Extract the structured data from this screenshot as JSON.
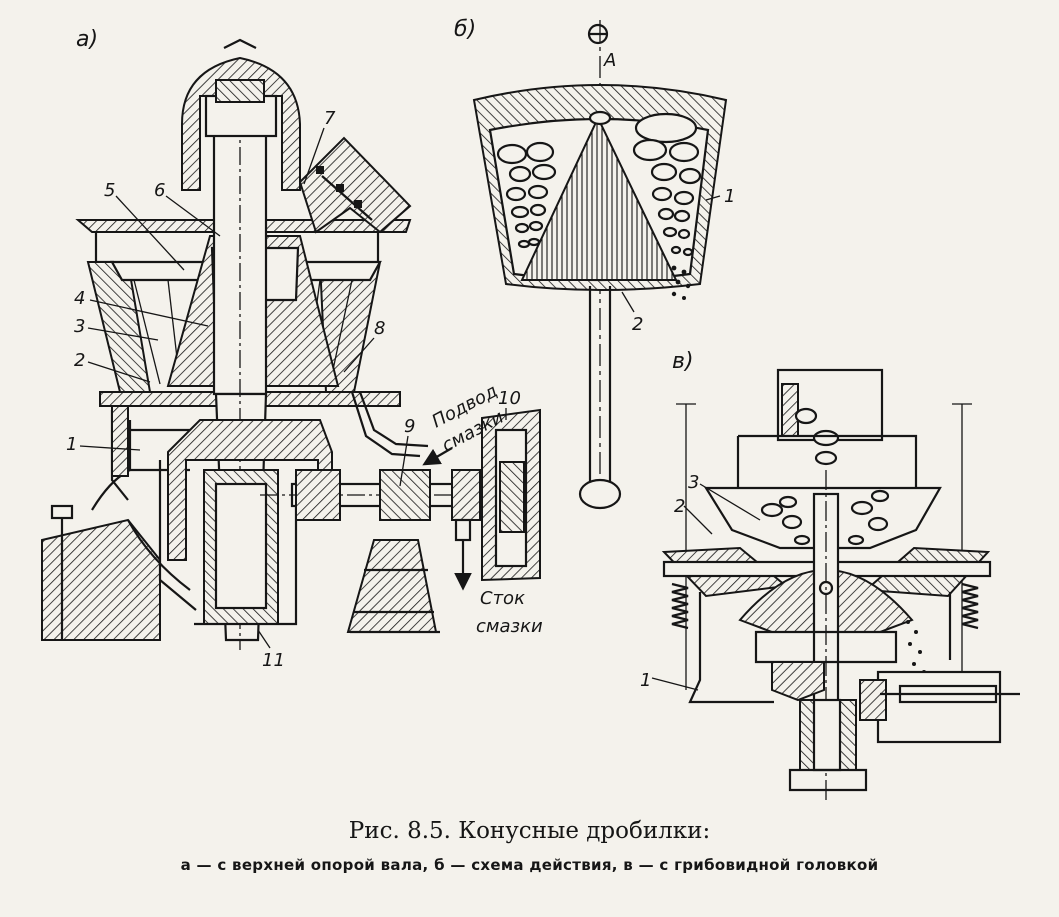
{
  "panels": {
    "a": {
      "label": "а)"
    },
    "b": {
      "label": "б)",
      "axis_label": "А"
    },
    "v": {
      "label": "в)"
    }
  },
  "part_numbers_a": [
    "1",
    "2",
    "3",
    "4",
    "5",
    "6",
    "7",
    "8",
    "9",
    "10",
    "11"
  ],
  "part_numbers_b": [
    "1",
    "2"
  ],
  "part_numbers_v": [
    "1",
    "2",
    "3"
  ],
  "notes": {
    "lube_in_1": "Подвод",
    "lube_in_2": "смазки",
    "lube_out_1": "Сток",
    "lube_out_2": "смазки"
  },
  "caption": {
    "title": "Рис. 8.5. Конусные дробилки:",
    "subtitle": "а — с верхней опорой вала, б — схема действия, в — с грибовидной головкой"
  }
}
